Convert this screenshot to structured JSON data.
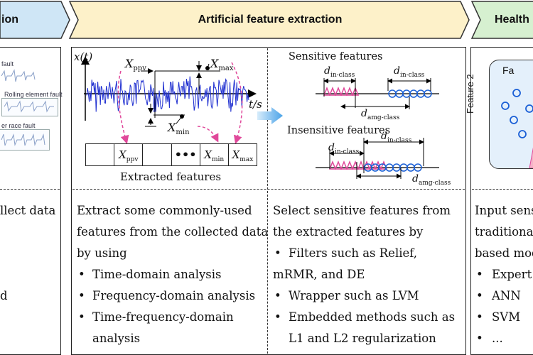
{
  "headers": {
    "left": "ion",
    "middle": "Artificial feature extraction",
    "right": "Health"
  },
  "colors": {
    "left_header": "#cfe6f6",
    "middle_header": "#fdf1c9",
    "right_header": "#d6f0d0",
    "signal": "#1f2fd0",
    "arrow": "#e0489a",
    "class_a": "#e0489a",
    "class_b": "#1a5fd6"
  },
  "left_panel": {
    "fault_labels": [
      "fault",
      "Rolling element fault",
      "er race fault"
    ],
    "text_lines": [
      "llect data",
      "d"
    ]
  },
  "middle_panel": {
    "signal_axis_y": "x(t)",
    "signal_axis_x": "t/s",
    "signal_labels": {
      "ppv": "X",
      "ppv_sub": "ppv",
      "max": "X",
      "max_sub": "max",
      "min": "X",
      "min_sub": "min"
    },
    "feature_cells": [
      "",
      "X ppv",
      "",
      "•••",
      "X min",
      "X max"
    ],
    "caption": "Extracted features",
    "text_lines": [
      "Extract some commonly-used",
      "features from the collected data",
      "by using"
    ],
    "bullets": [
      "Time-domain analysis",
      "Frequency-domain analysis",
      "Time-frequency-domain"
    ],
    "bullet_continuation": "analysis"
  },
  "selection_panel": {
    "sensitive_title": "Sensitive features",
    "insensitive_title": "Insensitive features",
    "d_label": "d",
    "in_class": "in-class",
    "amg_class": "amg-class",
    "text_lines": [
      "Select sensitive features from",
      "the extracted features by"
    ],
    "bullets": [
      "Filters such as Relief,",
      "Wrapper such as LVM",
      "Embedded methods such as"
    ],
    "bullet_continuations": [
      "mRMR, and DE",
      "L1 and L2 regularization"
    ]
  },
  "right_panel": {
    "axis_label": "Feature 2",
    "corner_text": "Fa",
    "text_lines": [
      "Input sens",
      "traditional",
      "based mod"
    ],
    "bullets": [
      "Expert",
      "ANN",
      "SVM",
      "..."
    ]
  }
}
